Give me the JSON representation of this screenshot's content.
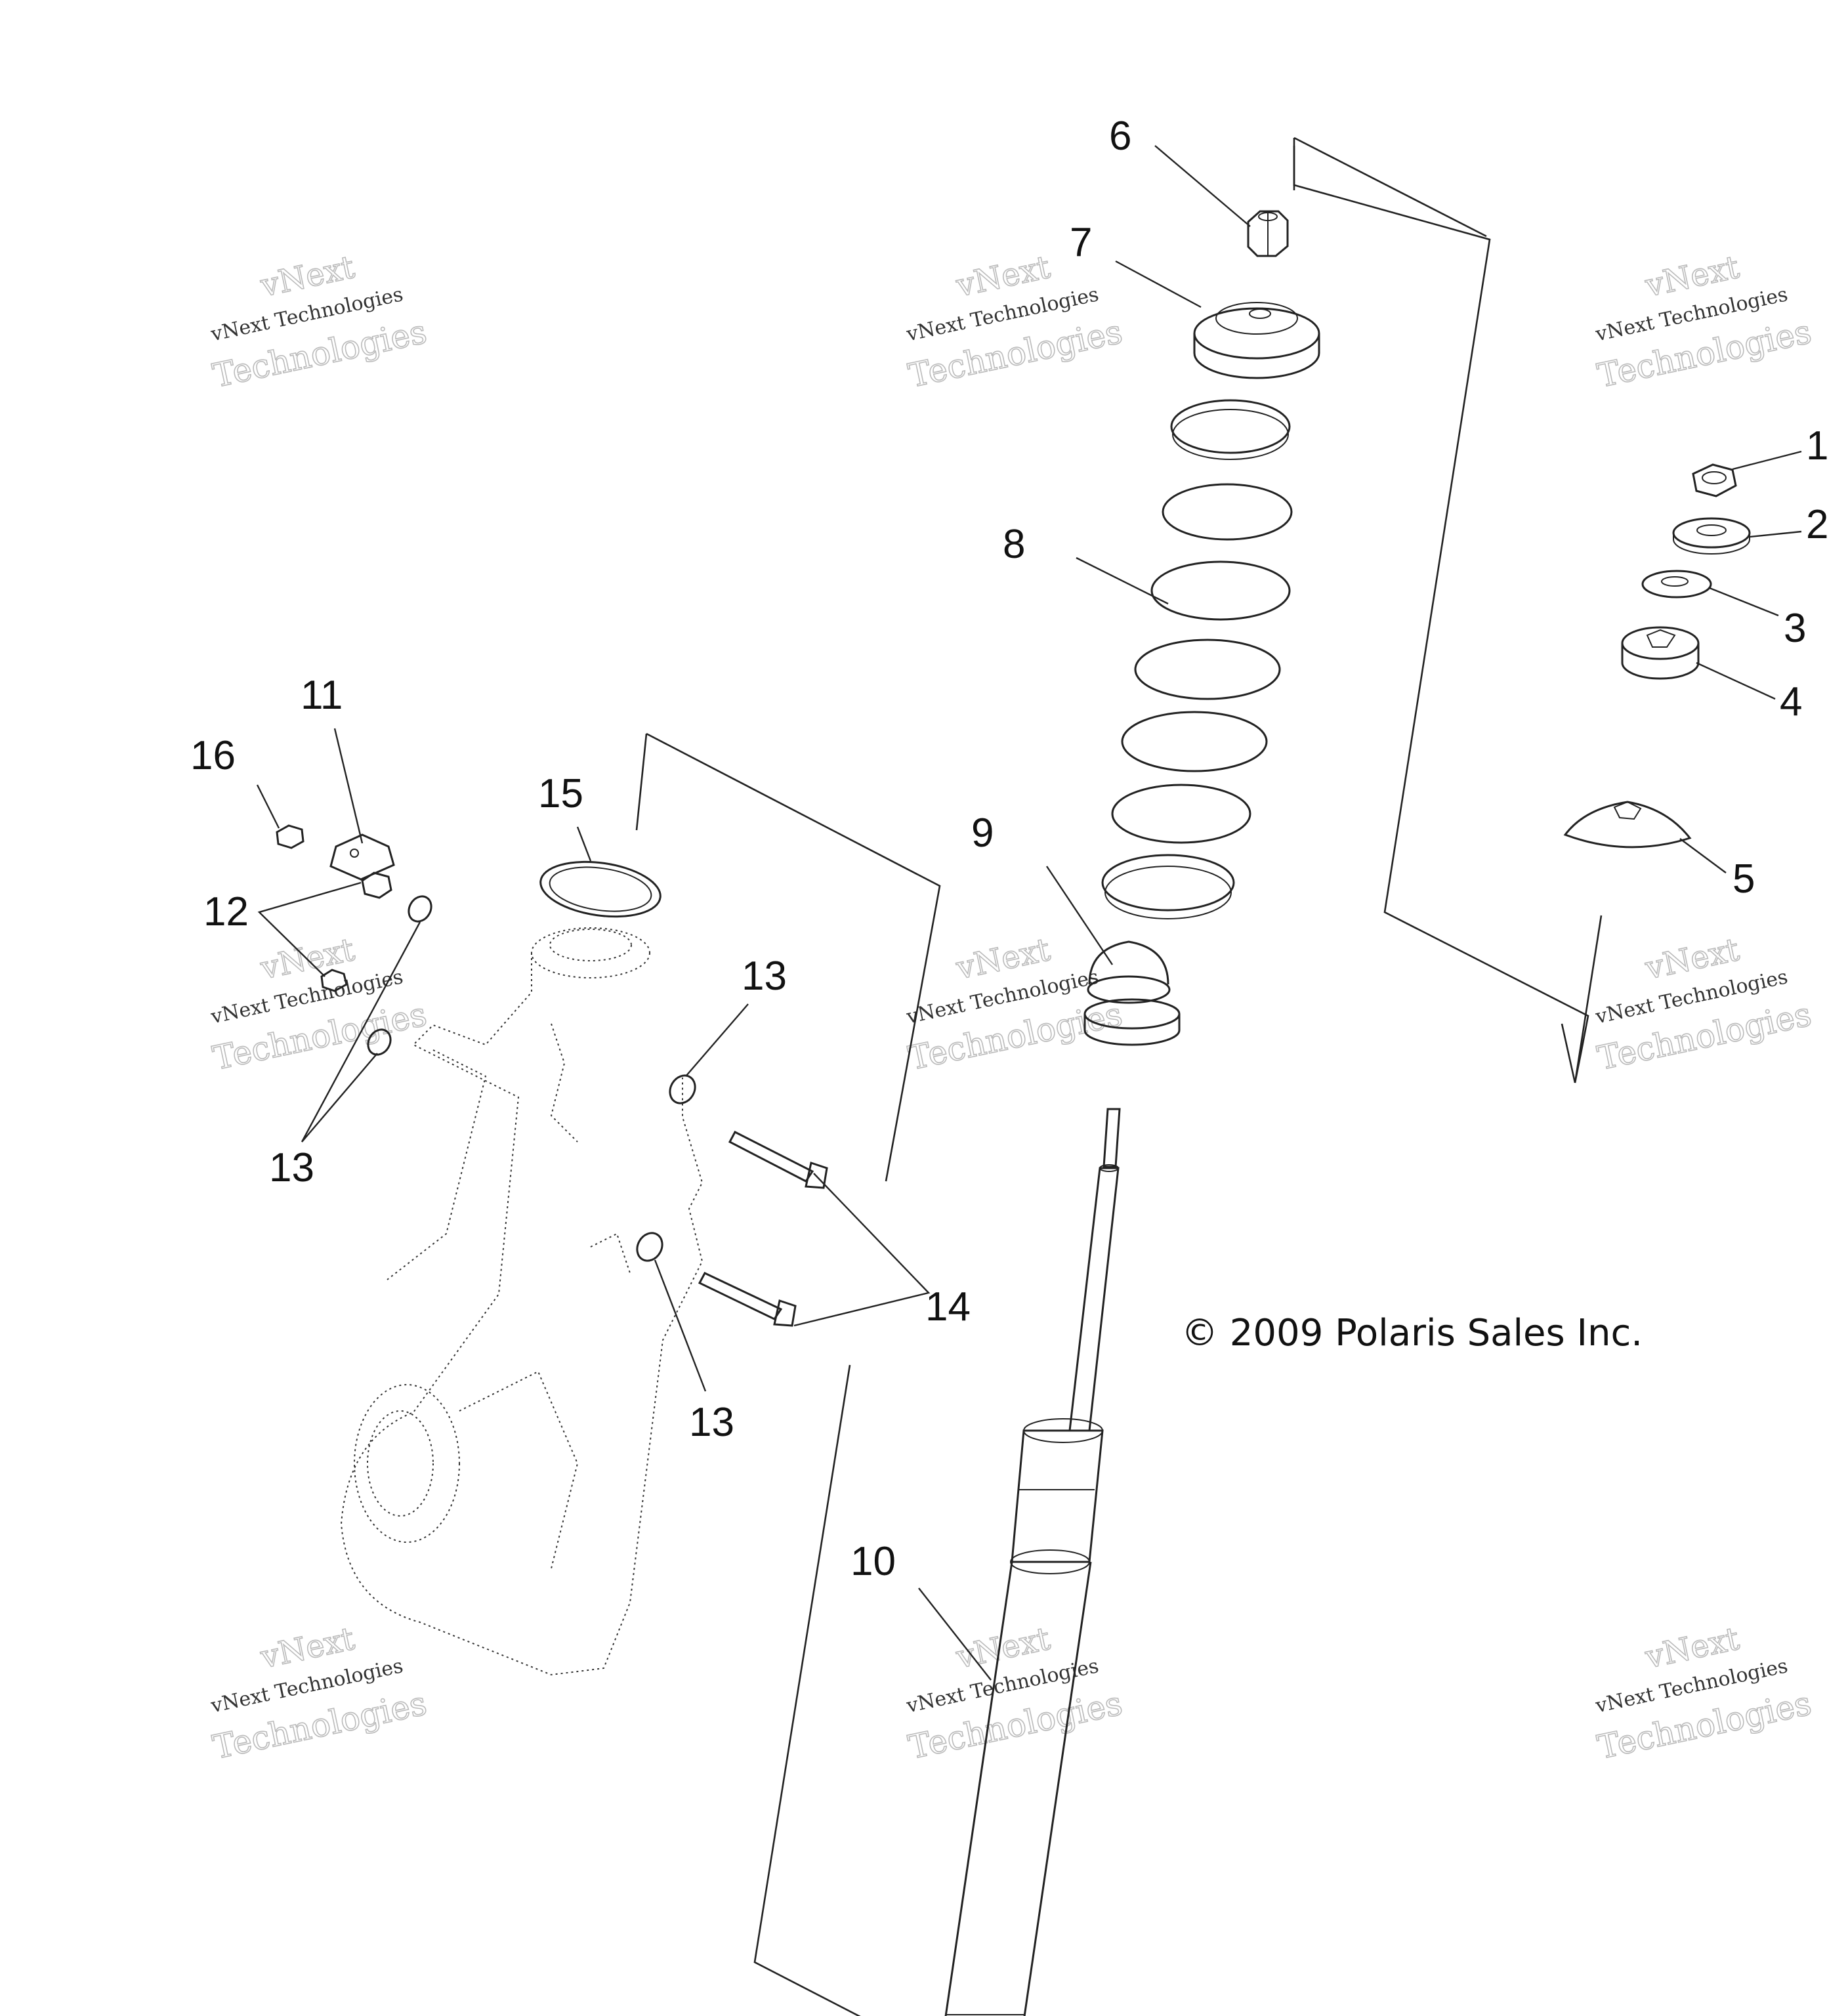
{
  "callouts": {
    "c1": "1",
    "c2": "2",
    "c3": "3",
    "c4": "4",
    "c5": "5",
    "c6": "6",
    "c7": "7",
    "c8": "8",
    "c9": "9",
    "c10": "10",
    "c11": "11",
    "c12": "12",
    "c13a": "13",
    "c13b": "13",
    "c13c": "13",
    "c14": "14",
    "c15": "15",
    "c16": "16"
  },
  "copyright": "© 2009 Polaris Sales Inc.",
  "watermark": {
    "word1": "vNext",
    "line": "vNext Technologies",
    "word2": "Technologies"
  }
}
